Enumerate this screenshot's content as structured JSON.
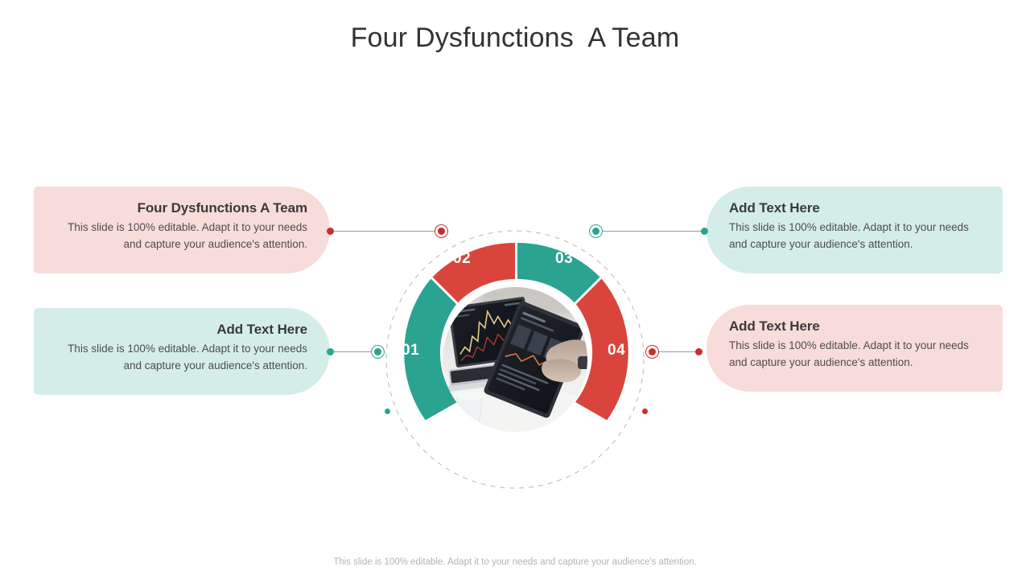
{
  "slide": {
    "title": "Four Dysfunctions  A Team",
    "footer": "This slide is 100% editable. Adapt it to your needs and capture your audience's attention."
  },
  "colors": {
    "red": "#c9302c",
    "red_segment": "#d9453c",
    "teal": "#2ba391",
    "card_pink": "#f8dcd9",
    "card_mint": "#d5ede8",
    "title_text": "#333333",
    "heading_text": "#3a3a3a",
    "body_text": "#4d4d4d",
    "connector_line": "#9b9b9b",
    "footer_text": "#b3b3b3"
  },
  "cards": [
    {
      "id": "top-left",
      "title": "Four Dysfunctions A Team",
      "body": "This slide is 100% editable. Adapt it to your needs and capture your audience's attention.",
      "color": "pink",
      "align": "right"
    },
    {
      "id": "bottom-left",
      "title": "Add Text Here",
      "body": "This slide is 100% editable. Adapt it to your needs and capture your audience's attention.",
      "color": "mint",
      "align": "right"
    },
    {
      "id": "top-right",
      "title": "Add Text Here",
      "body": "This slide is 100% editable. Adapt it to your needs and capture your audience's attention.",
      "color": "mint",
      "align": "left"
    },
    {
      "id": "bottom-right",
      "title": "Add Text Here",
      "body": "This slide is 100% editable. Adapt it to your needs and capture your audience's attention.",
      "color": "pink",
      "align": "left"
    }
  ],
  "wheel": {
    "segments": [
      {
        "number": "01",
        "color": "teal",
        "position": "bottom-left"
      },
      {
        "number": "02",
        "color": "red",
        "position": "top-left"
      },
      {
        "number": "03",
        "color": "teal",
        "position": "top-right"
      },
      {
        "number": "04",
        "color": "red",
        "position": "bottom-right"
      }
    ],
    "center_image": "business-analytics-photo"
  }
}
